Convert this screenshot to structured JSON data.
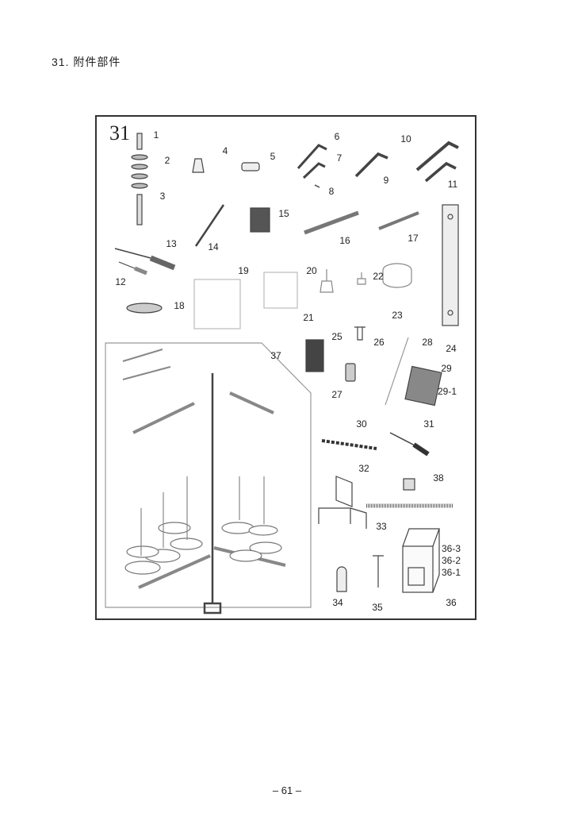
{
  "section_title": "31. 附件部件",
  "figure_number": "31",
  "part_labels": [
    "1",
    "2",
    "3",
    "4",
    "5",
    "6",
    "7",
    "8",
    "9",
    "10",
    "11",
    "12",
    "13",
    "14",
    "15",
    "16",
    "17",
    "18",
    "19",
    "20",
    "21",
    "22",
    "23",
    "24",
    "25",
    "26",
    "27",
    "28",
    "29",
    "29-1",
    "30",
    "31",
    "32",
    "33",
    "34",
    "35",
    "36",
    "36-3",
    "36-2",
    "36-1",
    "37",
    "38"
  ],
  "page_number": "– 61 –"
}
